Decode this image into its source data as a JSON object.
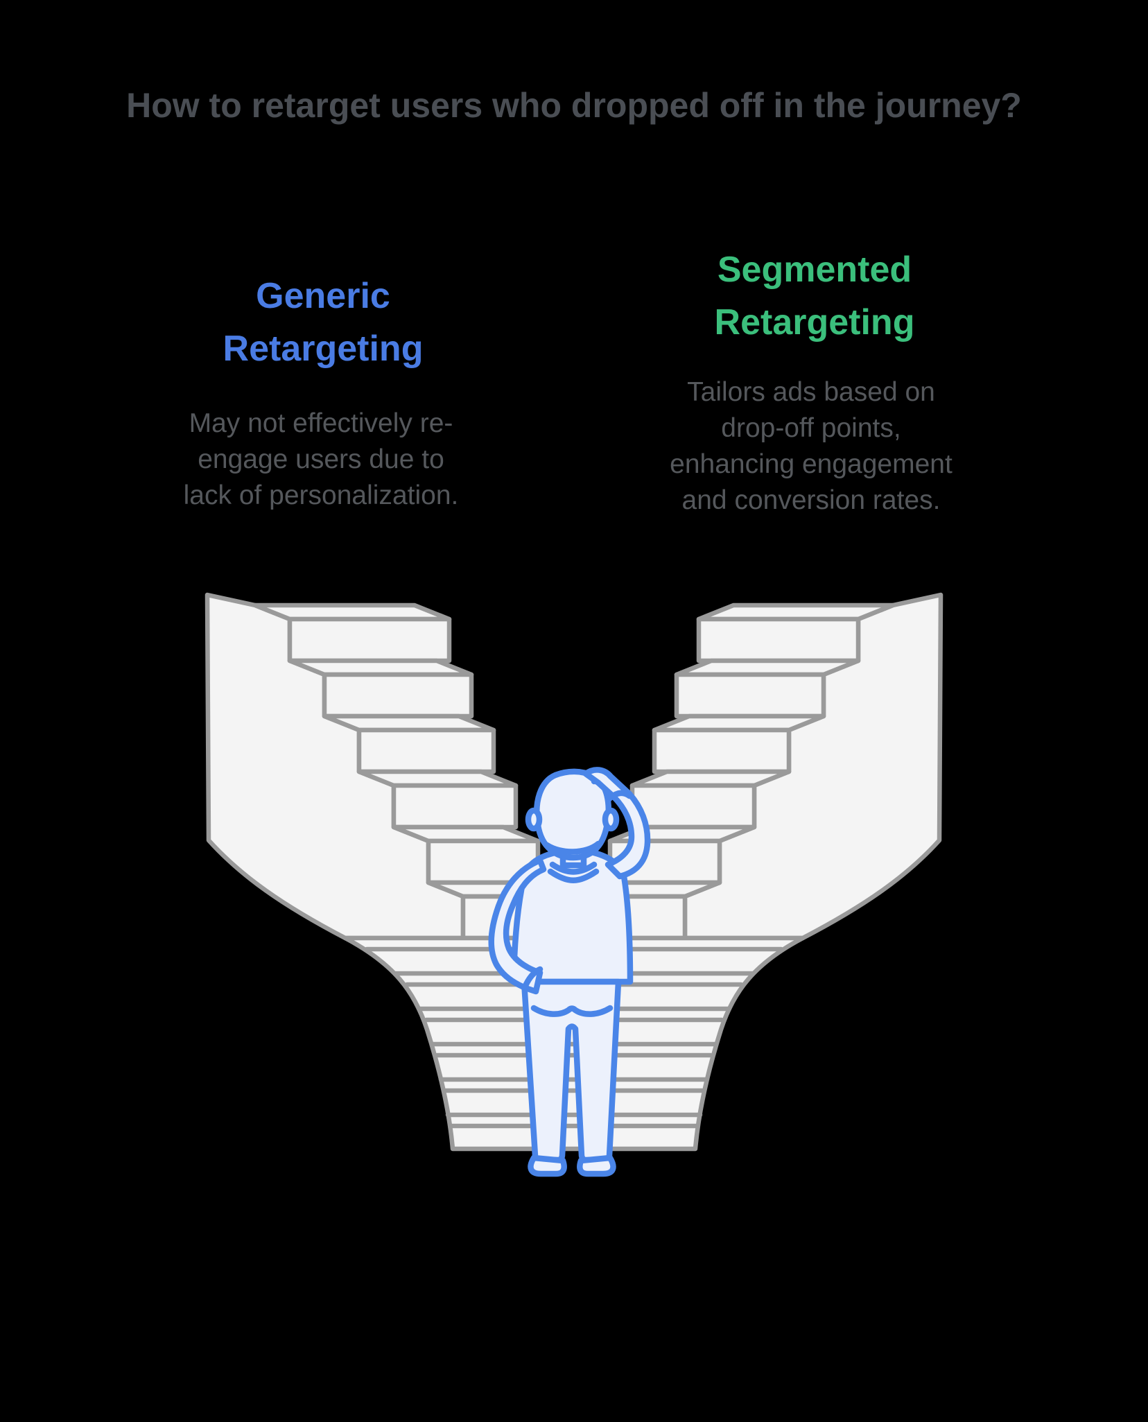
{
  "page": {
    "background": "#000000"
  },
  "title": {
    "text": "How to retarget users who dropped off in the journey?",
    "color": "#4a4e54"
  },
  "description_color": "#55585c",
  "columns": {
    "generic": {
      "heading_lines": [
        "Generic",
        "Retargeting"
      ],
      "heading_color": "#4a7ce4",
      "description_lines": [
        "May not effectively re-",
        "engage users due to",
        "lack of personalization."
      ]
    },
    "segmented": {
      "heading_lines": [
        "Segmented",
        "Retargeting"
      ],
      "heading_color": "#3bbf7c",
      "description_lines": [
        "Tailors ads based on",
        "drop-off points,",
        "enhancing engagement",
        "and conversion rates."
      ]
    }
  },
  "illustration": {
    "alt": "Confused person scratching head while standing at the bottom of two diverging staircases forming a V",
    "stair_fill": "#f4f4f4",
    "stair_outline": "#9a9a9a",
    "figure_outline": "#4a85e8",
    "figure_fill": "#ecf1fc"
  }
}
